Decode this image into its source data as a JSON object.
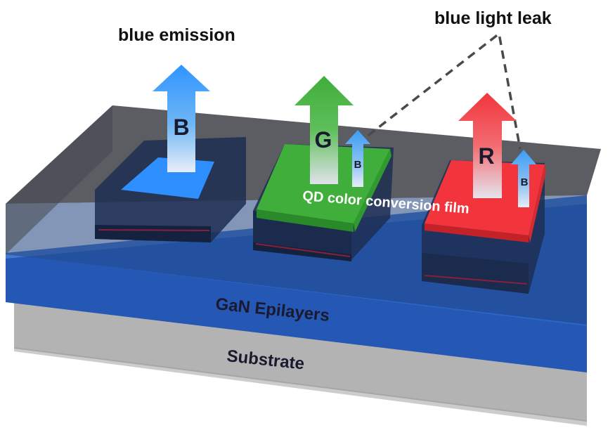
{
  "labels": {
    "blue_emission": "blue emission",
    "blue_light_leak": "blue light leak",
    "qd_film": "QD color conversion film",
    "gan": "GaN Epilayers",
    "substrate": "Substrate"
  },
  "pixels": {
    "blue": {
      "letter": "B"
    },
    "green": {
      "letter": "G",
      "leak_letter": "B"
    },
    "red": {
      "letter": "R",
      "leak_letter": "B"
    }
  },
  "colors": {
    "blue_light": "#3aa0ff",
    "green_qd": "#3fae3a",
    "red_qd": "#f2353d",
    "gan_layer": "#2d6fd1",
    "substrate": "#bdbdbd",
    "encapsulant": "#3c3f47"
  }
}
